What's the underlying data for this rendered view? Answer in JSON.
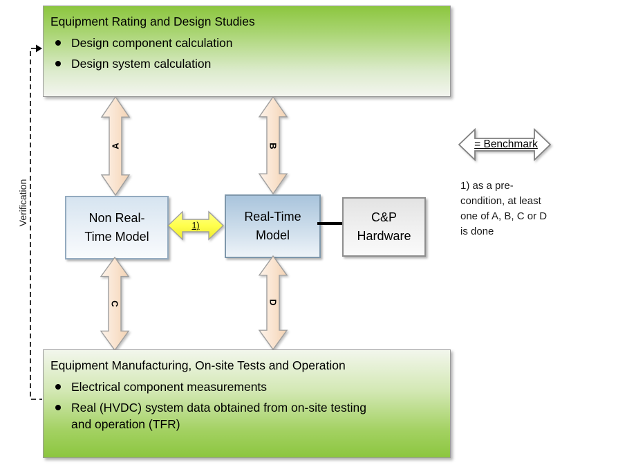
{
  "top_box": {
    "title": "Equipment Rating and Design Studies",
    "bullets": [
      "Design component calculation",
      "Design system calculation"
    ]
  },
  "bottom_box": {
    "title": "Equipment Manufacturing, On-site Tests and Operation",
    "bullets": [
      "Electrical component measurements",
      "Real (HVDC) system data obtained from on-site testing and operation (TFR)"
    ]
  },
  "nodes": {
    "non_realtime": {
      "lines": [
        "Non Real-",
        "Time Model"
      ]
    },
    "realtime": {
      "lines": [
        "Real-Time",
        "Model"
      ]
    },
    "cp_hardware": {
      "lines": [
        "C&P",
        "Hardware"
      ]
    }
  },
  "connectors": {
    "a": "A",
    "b": "B",
    "c": "C",
    "d": "D",
    "model_link": "1)"
  },
  "legend": {
    "benchmark_label": "= Benchmark",
    "note_lines": [
      "1) as a pre-",
      "condition, at least",
      "one of A, B, C or D",
      "is done"
    ]
  },
  "verification": {
    "label": "Verification"
  },
  "colors": {
    "green": "#8dc63f",
    "peach_arrow": "#f6d9bd",
    "yellow_arrow": "#ffff4d",
    "blue_node": "#aac5dc",
    "border_gray": "#9b9b9b"
  }
}
